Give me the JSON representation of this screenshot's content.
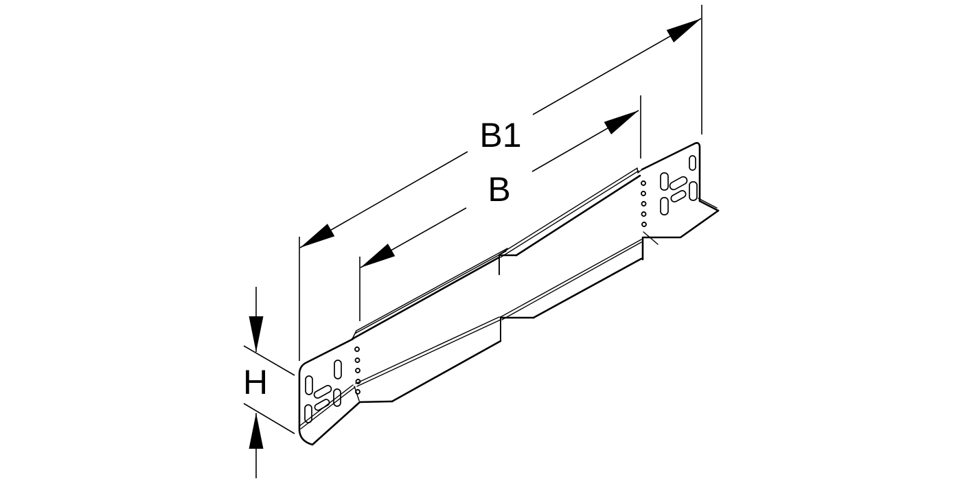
{
  "figure": {
    "type": "technical-line-drawing",
    "subject": "cable-tray end piece / reducer, isometric view",
    "background_color": "#ffffff",
    "line_color": "#000000",
    "labels": {
      "b1": "B1",
      "b": "B",
      "h": "H"
    }
  }
}
